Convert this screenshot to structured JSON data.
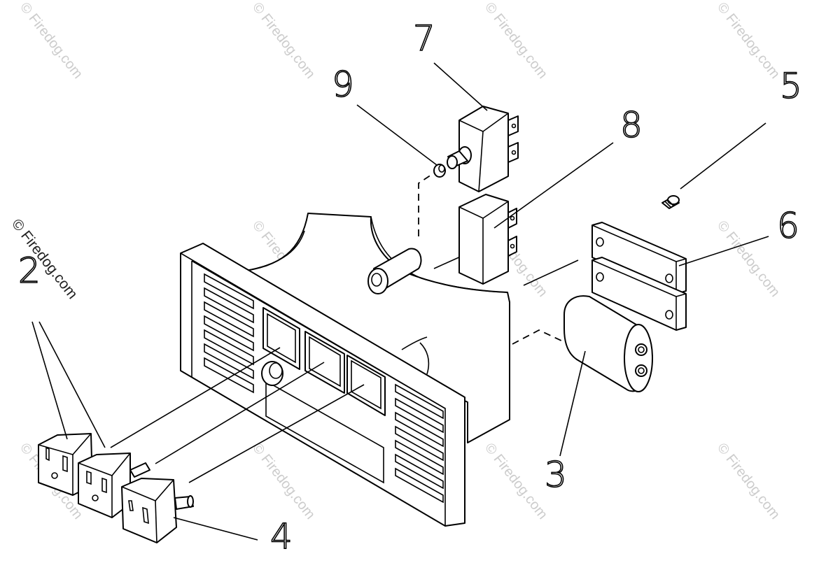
{
  "diagram": {
    "callouts": {
      "c2": "2",
      "c3": "3",
      "c4": "4",
      "c5": "5",
      "c6": "6",
      "c7": "7",
      "c8": "8",
      "c9": "9"
    },
    "watermark": {
      "text": "© Firedog.com"
    },
    "colors": {
      "line": "#000000",
      "background": "#ffffff",
      "watermark": "#bbbbbb"
    }
  }
}
